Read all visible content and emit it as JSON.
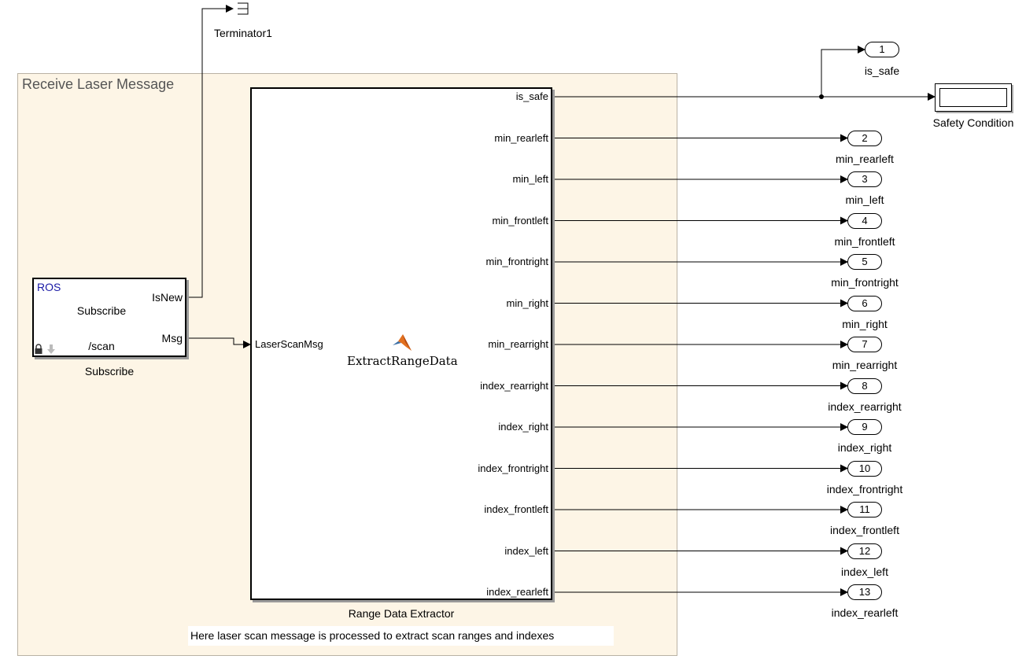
{
  "area": {
    "title": "Receive Laser Message"
  },
  "terminator": {
    "name": "Terminator1"
  },
  "subscribe_block": {
    "badge": "ROS",
    "title": "Subscribe",
    "topic": "/scan",
    "output_isnew": "IsNew",
    "output_msg": "Msg",
    "name": "Subscribe"
  },
  "extractor_block": {
    "input": "LaserScanMsg",
    "function": "ExtractRangeData",
    "name": "Range Data Extractor",
    "outputs": [
      "is_safe",
      "min_rearleft",
      "min_left",
      "min_frontleft",
      "min_frontright",
      "min_right",
      "min_rearright",
      "index_rearright",
      "index_right",
      "index_frontright",
      "index_frontleft",
      "index_left",
      "index_rearleft"
    ]
  },
  "outports": [
    {
      "number": "1",
      "name": "is_safe"
    },
    {
      "number": "2",
      "name": "min_rearleft"
    },
    {
      "number": "3",
      "name": "min_left"
    },
    {
      "number": "4",
      "name": "min_frontleft"
    },
    {
      "number": "5",
      "name": "min_frontright"
    },
    {
      "number": "6",
      "name": "min_right"
    },
    {
      "number": "7",
      "name": "min_rearright"
    },
    {
      "number": "8",
      "name": "index_rearright"
    },
    {
      "number": "9",
      "name": "index_right"
    },
    {
      "number": "10",
      "name": "index_frontright"
    },
    {
      "number": "11",
      "name": "index_frontleft"
    },
    {
      "number": "12",
      "name": "index_left"
    },
    {
      "number": "13",
      "name": "index_rearleft"
    }
  ],
  "display": {
    "name": "Safety Condition"
  },
  "annotation": "Here laser scan message is processed to extract scan ranges and indexes",
  "icons": {
    "lock": "lock-icon",
    "arrow": "down-arrow-icon",
    "matlab": "matlab-logo-icon"
  },
  "colors": {
    "area_fill": "#fdf5e6",
    "ros_text": "#1a1aa6"
  }
}
